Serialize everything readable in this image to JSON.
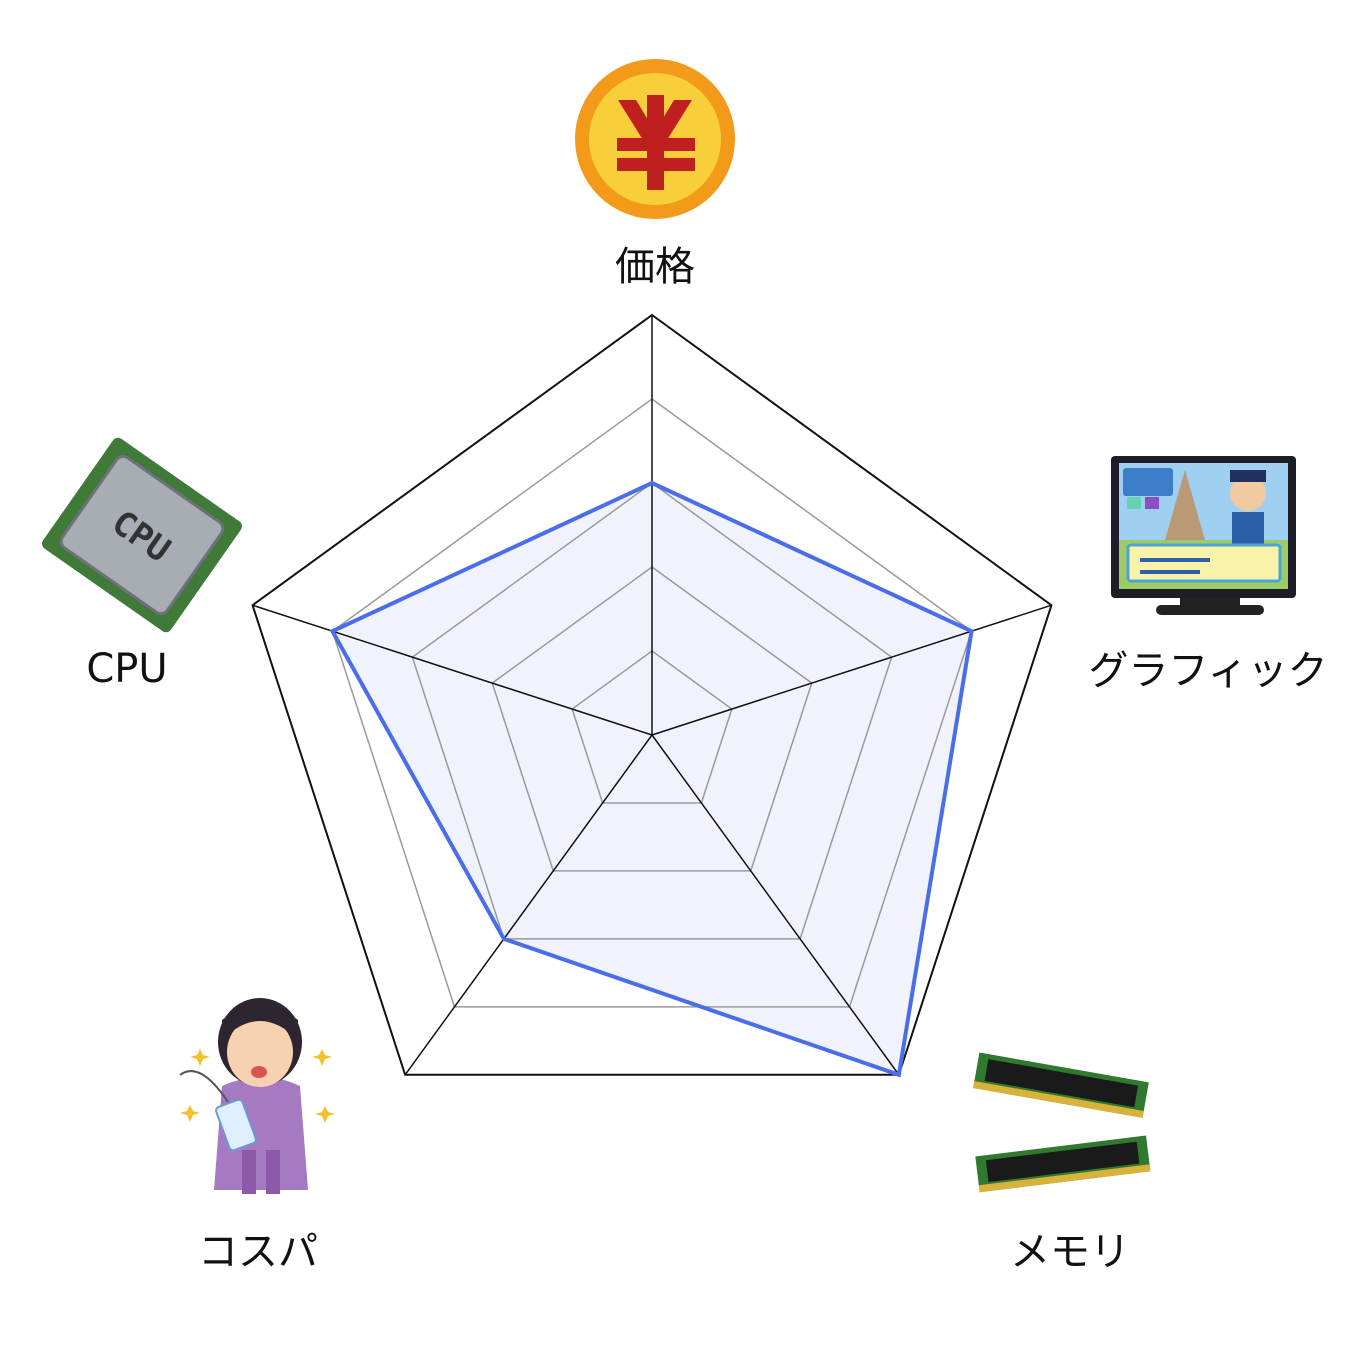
{
  "chart_data": {
    "type": "radar",
    "title": "",
    "axes": [
      "価格",
      "グラフィック",
      "メモリ",
      "コスパ",
      "CPU"
    ],
    "scale_max": 5,
    "rings": [
      1,
      2,
      3,
      4,
      5
    ],
    "series": [
      {
        "values": [
          3,
          4,
          5,
          3,
          4
        ]
      }
    ],
    "grid": true,
    "legend": "none"
  },
  "icons": [
    "yen-coin-icon",
    "game-screen-icon",
    "memory-module-icon",
    "shopper-woman-icon",
    "cpu-chip-icon"
  ],
  "colors": {
    "series_line": "#4a6ee8",
    "series_fill": "#eef1fc",
    "outer_grid": "#111111",
    "inner_grid": "#9a9a9a"
  }
}
